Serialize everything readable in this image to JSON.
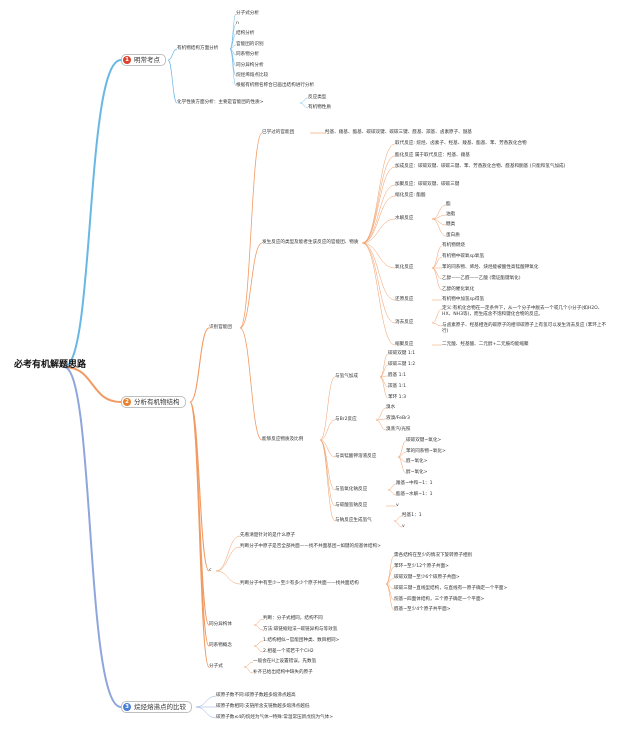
{
  "root": "必考有机解题思路",
  "colors": {
    "b1": "#d9432f",
    "b2": "#e6802e",
    "b3": "#4a7fd4",
    "l1": "#69b7e4",
    "l2": "#f19a62",
    "l3": "#8fa6dd"
  },
  "b1": {
    "badge": "1",
    "label": "明常考点",
    "sub1": "有机物结构方面分析",
    "sub1_items": [
      "分子式分析",
      "n",
      "结构分析",
      "官能团的识别",
      "同系物分析",
      "同分异构分析",
      "烷烃烯熔点比较",
      "根据有机物名称合已画出结构进行分析"
    ],
    "sub2": "化学性质方面分析：主要是官能团的性质>",
    "sub2_items": [
      "反应类型",
      "有机物性质"
    ]
  },
  "b2": {
    "badge": "2",
    "label": "分析有机物结构",
    "g1": "识别官能团",
    "g1a": "已学过的官能团",
    "g1a_text": "羟基、羧基、酯基、碳碳双键、碳碳三键、醛基、羰基、卤素原子、醚基",
    "g1b": "发生反应的类型及能者生该反应的官能团、物质",
    "r1": "取代反应: 烷烃、卤素子、羟基、羧基、酯基、苯、芳香族化合物",
    "r2": "酯化反应 属于取代反应：羟基、羧基",
    "r3": "加成反应：碳碳双键、碳碳三键、苯、芳香族化合物、醛基和酮基 (只能和氢气加成)",
    "r4": "加聚反应：碳碳双键、碳碳三键",
    "r5": "缩化反应: 酯酸",
    "hyd": "水解反应",
    "hyd_items": [
      "酯",
      "油脂",
      "糖类",
      "蛋白质"
    ],
    "ox": "氧化反应",
    "ox_items": [
      "有机物燃烧",
      "有机物中碳氧sp氧氢",
      "苯的同系物、烯烃、炔烃能被酸性高锰酸钾氧化",
      "乙醇——乙醛——乙酸 (需证酯键氧化)",
      "乙醇的催化氧化"
    ],
    "red": "还原反应",
    "red_text": "有机物中加氢sp得氢",
    "elim": "消去反应",
    "elim_t1": "定义:有机化合物在一定条件下，从一个分子中脱去一个或几个小分子(如H2O、",
    "elim_t2": "HX、NH3等)，而生成含不饱和键化合物的反应。",
    "elim_t3": "与卤素原子、羟基相连的碳原子的相邻碳原子上有氢可以发生消去反应 (苯环上不",
    "elim_t4": "行)",
    "cond": "缩聚反应",
    "cond_text": "二元酸、羟基酸、二元醇+二元胺均能缩聚",
    "g2": "能够反应物质及比例",
    "h2": "与氢气加成",
    "h2_items": [
      "碳碳双键 1:1",
      "碳碳三键 1:2",
      "醛基 1:1",
      "羰基 1:1",
      "苯环 1:3"
    ],
    "br": "与Br2反应",
    "br_items": [
      "溴水",
      "液溴/FeBr3",
      "溴蒸汽/光照"
    ],
    "kmno4": "与高锰酸钾溶液反应",
    "kmno4_items": [
      "碳碳双键~氧化>",
      "苯的同系物~氧化>",
      "醛~氧化>",
      "醇~氧化>"
    ],
    "naoh": "与氢氧化钠反应",
    "naoh_items": [
      "羧基~中和~1：1",
      "酯基~水解~1：1"
    ],
    "nahco3": "与碳酸氢钠反应",
    "nahco3_text": "v",
    "na": "与钠反应生成氢气",
    "na_items": [
      "羟基1：1",
      "v"
    ],
    "g3": "c",
    "g3_items": [
      "先看清楚针对的是什么原子",
      "判断分子中原子是否全部共面——找不共面基团~如键的烷基体结构>"
    ],
    "g3b": "判断分子中有至少~至少有多少个原子共面——找共面结构",
    "g3b_items": [
      "需各结构在至少的情况下旋转原子相别",
      "苯环~至少12个原子共面>",
      "碳碳双键~至少6个碳原子共面>",
      "碳碳三键~直线型结构，与直线有一原子确定一个平面>",
      "烷基~四面体结构，三个原子确定一个平面>",
      "醛基~至少4个原子共平面>"
    ],
    "iso": "同分异构体",
    "iso_items": [
      "判断：分子式相同，结构不同",
      "方法:碳链缩短法~碳链异构与等效氢"
    ],
    "homo": "同系物概念",
    "homo_items": [
      "1.结构相似~官能团种类、数目相同>",
      "2.相差一个或若干个CH2"
    ],
    "mol": "分子式",
    "mol_items": [
      "一般会在H上设置错误，先数氢",
      "补齐已给出结构中缺失的原子"
    ]
  },
  "b3": {
    "badge": "3",
    "label": "烷烃熔沸点的比较",
    "items": [
      "碳原子数不同:碳原子数越多熔沸点越高",
      "碳原子数相同:支链所含支链数越多熔沸点越低",
      "碳原子数≤4的烷烃为气体~特殊:常温常压新戊烷为气体>"
    ]
  }
}
